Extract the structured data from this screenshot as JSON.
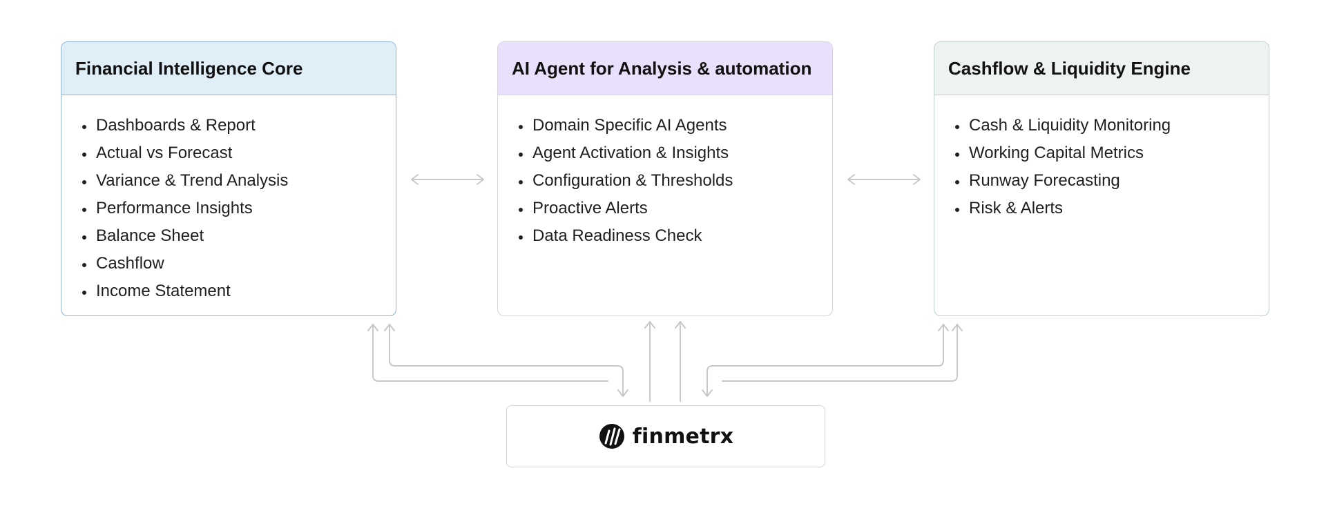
{
  "colors": {
    "card1_header_bg": "#e0eef8",
    "card2_header_bg": "#e9e0fb",
    "card3_header_bg": "#eef3f1",
    "connector_stroke": "#c8c8c8"
  },
  "cards": [
    {
      "title": "Financial Intelligence Core",
      "items": [
        "Dashboards & Report",
        "Actual vs Forecast",
        "Variance & Trend Analysis",
        "Performance Insights",
        "Balance Sheet",
        "Cashflow",
        "Income Statement"
      ]
    },
    {
      "title": "AI Agent for Analysis & automation",
      "items": [
        "Domain Specific AI Agents",
        "Agent Activation & Insights",
        "Configuration & Thresholds",
        "Proactive Alerts",
        "Data Readiness Check"
      ]
    },
    {
      "title": "Cashflow & Liquidity Engine",
      "items": [
        "Cash & Liquidity Monitoring",
        "Working Capital Metrics",
        "Runway Forecasting",
        "Risk & Alerts"
      ]
    }
  ],
  "logo": {
    "text": "finmetrx",
    "icon": "finmetrx-logo-mark"
  }
}
